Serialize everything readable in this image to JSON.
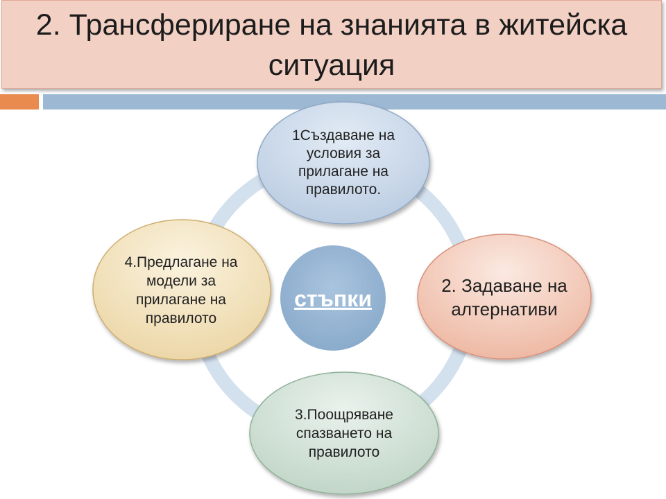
{
  "title": {
    "line1": "2. Трансфериране на знанията в житейска",
    "line2": "ситуация"
  },
  "center": {
    "label": "стъпки",
    "color": "#8fb0cf"
  },
  "steps": [
    {
      "label": "1Създаване на условия за прилагане на правилото.",
      "color": "#c6d6e8"
    },
    {
      "label": "2. Задаване на алтернативи",
      "color": "#f1c8b7"
    },
    {
      "label": "3.Поощряване спазването на правилото",
      "color": "#cfdfd5"
    },
    {
      "label": "4.Предлагане на модели за прилагане на правилото",
      "color": "#f0dfb8"
    }
  ],
  "colors": {
    "title_bg": "#f2d0c4",
    "accent_orange": "#e98a4e",
    "accent_blue": "#9db8d3",
    "ring": "#d3e0ee"
  }
}
